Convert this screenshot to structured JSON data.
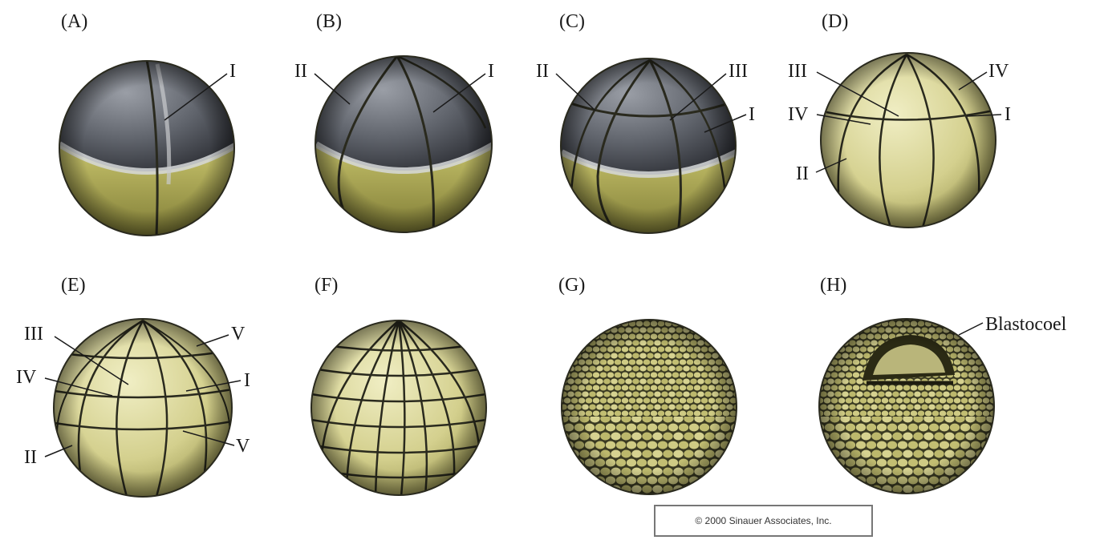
{
  "panels": [
    {
      "label": "(A)",
      "annotations": [
        "I"
      ]
    },
    {
      "label": "(B)",
      "annotations": [
        "II",
        "I"
      ]
    },
    {
      "label": "(C)",
      "annotations": [
        "II",
        "III",
        "I"
      ]
    },
    {
      "label": "(D)",
      "annotations": [
        "III",
        "IV",
        "IV",
        "I",
        "II"
      ]
    },
    {
      "label": "(E)",
      "annotations": [
        "III",
        "V",
        "IV",
        "I",
        "II",
        "V"
      ]
    },
    {
      "label": "(F)",
      "annotations": []
    },
    {
      "label": "(G)",
      "annotations": []
    },
    {
      "label": "(H)",
      "annotations": [
        "Blastocoel"
      ]
    }
  ],
  "copyright": "© 2000 Sinauer Associates, Inc.",
  "colors": {
    "animal_pole": "#5d6068",
    "vegetal_pole": "#c9c46a",
    "cell_yellow": "#d8d59a",
    "furrow": "#2a2a1e",
    "background": "#ffffff"
  }
}
